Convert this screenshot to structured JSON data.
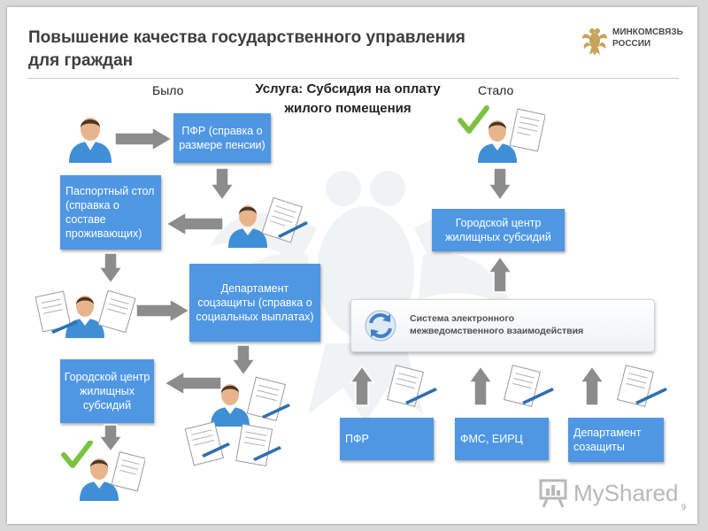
{
  "slide": {
    "title_line1": "Повышение качества государственного управления",
    "title_line2": "для граждан",
    "page_number": "9"
  },
  "logo": {
    "line1": "МИНКОМСВЯЗЬ",
    "line2": "РОССИИ",
    "icon": "eagle-emblem-icon"
  },
  "labels": {
    "before": "Было",
    "after": "Стало",
    "service_line1": "Услуга: Субсидия на оплату",
    "service_line2": "жилого помещения"
  },
  "before_flow": {
    "pfr": "ПФР (справка о размере пенсии)",
    "passport": "Паспортный стол (справка о составе проживающих)",
    "social": "Департамент соцзащиты (справка о социальных выплатах)",
    "housing": "Городской центр жилищных субсидий"
  },
  "after_flow": {
    "housing": "Городской центр жилищных субсидий",
    "system_line1": "Система электронного",
    "system_line2": "межведомственного взаимодействия",
    "sources": [
      "ПФР",
      "ФМС, ЕИРЦ",
      "Департамент созащиты"
    ]
  },
  "watermark": {
    "brand": "MyShared"
  },
  "colors": {
    "box_blue": "#4f97e3",
    "arrow_gray": "#8c8c8c",
    "check_green": "#7cc242",
    "person_shirt": "#3f8fd6"
  }
}
